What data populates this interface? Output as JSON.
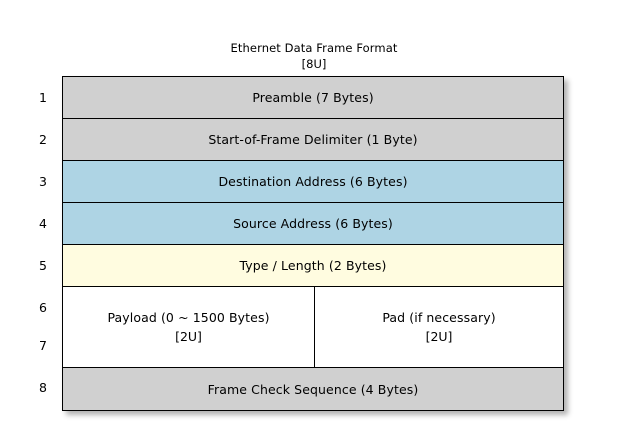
{
  "diagram": {
    "title": "Ethernet Data Frame Format",
    "subtitle": "[8U]",
    "colors": {
      "gray": "#d0d0d0",
      "blue": "#aed4e4",
      "yellow": "#fffce0",
      "white": "#ffffff",
      "border": "#000000",
      "background": "#ffffff"
    },
    "row_numbers": [
      "1",
      "2",
      "3",
      "4",
      "5",
      "6",
      "7",
      "8"
    ],
    "rows": [
      {
        "number": "1",
        "label": "Preamble (7 Bytes)",
        "fill": "gray"
      },
      {
        "number": "2",
        "label": "Start-of-Frame Delimiter (1 Byte)",
        "fill": "gray"
      },
      {
        "number": "3",
        "label": "Destination Address (6 Bytes)",
        "fill": "blue"
      },
      {
        "number": "4",
        "label": "Source Address (6 Bytes)",
        "fill": "blue"
      },
      {
        "number": "5",
        "label": "Type / Length (2 Bytes)",
        "fill": "yellow"
      },
      {
        "number": "6-7",
        "fill": "white",
        "split": true,
        "left": {
          "label": "Payload (0 ~ 1500 Bytes)",
          "sub": "[2U]"
        },
        "right": {
          "label": "Pad (if necessary)",
          "sub": "[2U]"
        }
      },
      {
        "number": "8",
        "label": "Frame Check Sequence (4 Bytes)",
        "fill": "gray"
      }
    ]
  }
}
